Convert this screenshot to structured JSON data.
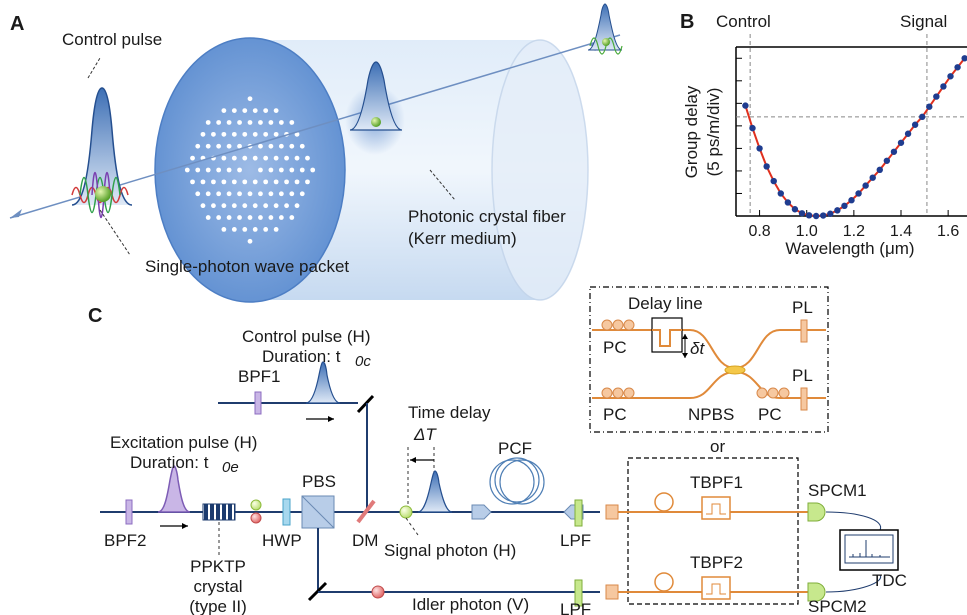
{
  "panel_a": {
    "letter": "A",
    "control_pulse": "Control pulse",
    "single_photon": "Single-photon wave packet",
    "fiber_line1": "Photonic crystal fiber",
    "fiber_line2": "(Kerr medium)"
  },
  "panel_b": {
    "letter": "B",
    "control": "Control",
    "signal": "Signal",
    "ylabel_line1": "Group delay",
    "ylabel_line2": "(5 ps/m/div)",
    "xlabel": "Wavelength (μm)",
    "colors": {
      "fit": "#e0301e",
      "points": "#1f3c8f",
      "guides": "#888888"
    }
  },
  "chart_data": {
    "type": "scatter",
    "xlabel": "Wavelength (μm)",
    "ylabel": "Group delay (5 ps/m/div)",
    "x_ticks": [
      "0.8",
      "1.0",
      "1.2",
      "1.4",
      "1.6"
    ],
    "xlim": [
      0.7,
      1.68
    ],
    "ylim": [
      0,
      7.5
    ],
    "vertical_markers": [
      {
        "label": "Control",
        "x": 0.76
      },
      {
        "label": "Signal",
        "x": 1.51
      }
    ],
    "horizontal_marker_y": 4.4,
    "series": [
      {
        "x": [
          0.74,
          0.77,
          0.8,
          0.83,
          0.86,
          0.89,
          0.92,
          0.95,
          0.98,
          1.01,
          1.04,
          1.07,
          1.1,
          1.13,
          1.16,
          1.19,
          1.22,
          1.25,
          1.28,
          1.31,
          1.34,
          1.37,
          1.4,
          1.43,
          1.46,
          1.49,
          1.52,
          1.55,
          1.58,
          1.61,
          1.64,
          1.67
        ],
        "y": [
          4.9,
          3.9,
          3.0,
          2.2,
          1.55,
          1.0,
          0.6,
          0.3,
          0.12,
          0.03,
          0.0,
          0.02,
          0.1,
          0.25,
          0.45,
          0.7,
          1.0,
          1.35,
          1.7,
          2.05,
          2.45,
          2.85,
          3.25,
          3.65,
          4.05,
          4.4,
          4.85,
          5.3,
          5.75,
          6.2,
          6.6,
          7.0
        ]
      }
    ]
  },
  "panel_c": {
    "letter": "C",
    "control_pulse_line1": "Control pulse (H)",
    "control_pulse_line2": "Duration: t",
    "control_sub": "0c",
    "bpf1": "BPF1",
    "time_delay": "Time delay",
    "delta_t": "ΔT",
    "excitation_line1": "Excitation pulse (H)",
    "excitation_line2": "Duration: t",
    "excitation_sub": "0e",
    "pbs": "PBS",
    "pcf": "PCF",
    "bpf2": "BPF2",
    "hwp": "HWP",
    "dm": "DM",
    "ppktp_line1": "PPKTP",
    "ppktp_line2": "crystal",
    "ppktp_line3": "(type II)",
    "signal_photon": "Signal photon (H)",
    "idler_photon": "Idler photon (V)",
    "lpf_top": "LPF",
    "lpf_bottom": "LPF",
    "tbpf1": "TBPF1",
    "tbpf2": "TBPF2",
    "spcm1": "SPCM1",
    "spcm2": "SPCM2",
    "tdc": "TDC",
    "or": "or",
    "inset": {
      "delay_line": "Delay line",
      "delta_small_t": "δt",
      "pc_top": "PC",
      "pc_bottom_left": "PC",
      "pc_bottom_right": "PC",
      "npbs": "NPBS",
      "pl_top": "PL",
      "pl_bottom": "PL"
    }
  }
}
